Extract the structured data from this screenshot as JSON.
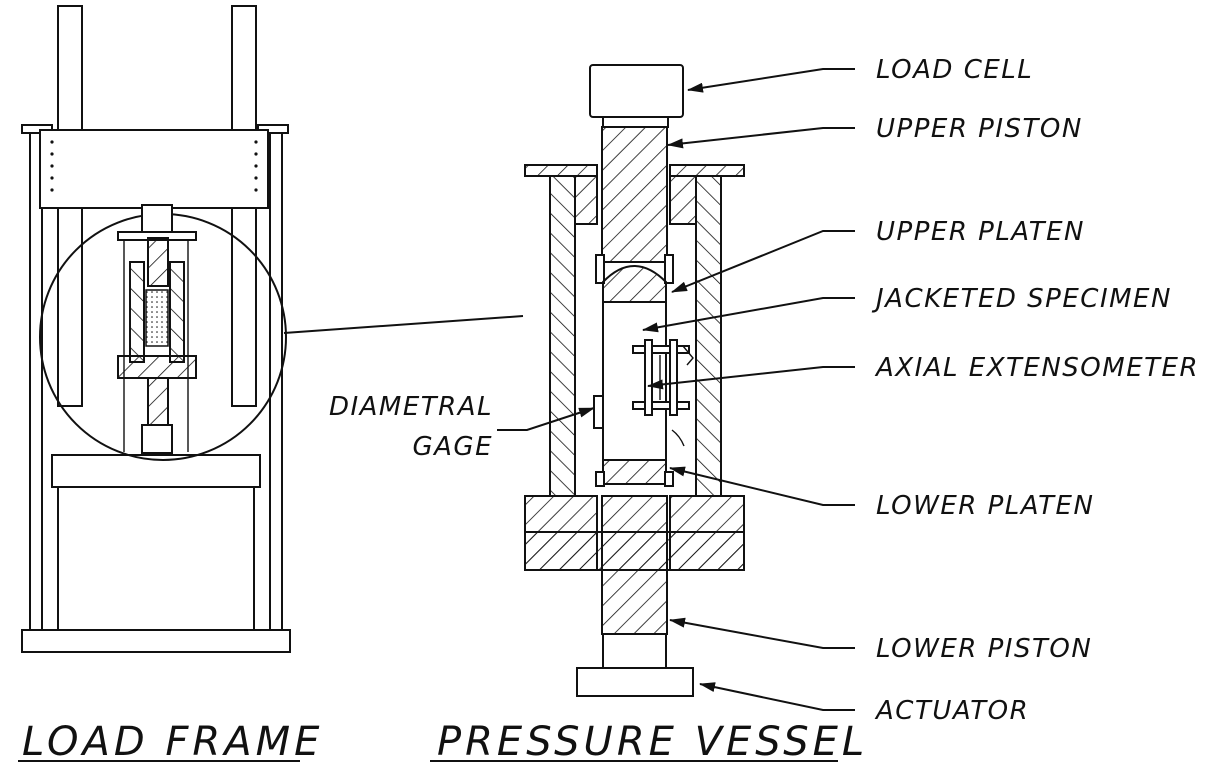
{
  "titles": {
    "load_frame": "LOAD FRAME",
    "pressure_vessel": "PRESSURE VESSEL"
  },
  "labels": {
    "load_cell": "LOAD CELL",
    "upper_piston": "UPPER PISTON",
    "upper_platen": "UPPER PLATEN",
    "jacketed_specimen": "JACKETED SPECIMEN",
    "axial_extensometer": "AXIAL EXTENSOMETER",
    "diametral_gage_line1": "DIAMETRAL",
    "diametral_gage_line2": "GAGE",
    "lower_platen": "LOWER PLATEN",
    "lower_piston": "LOWER PISTON",
    "actuator": "ACTUATOR"
  }
}
